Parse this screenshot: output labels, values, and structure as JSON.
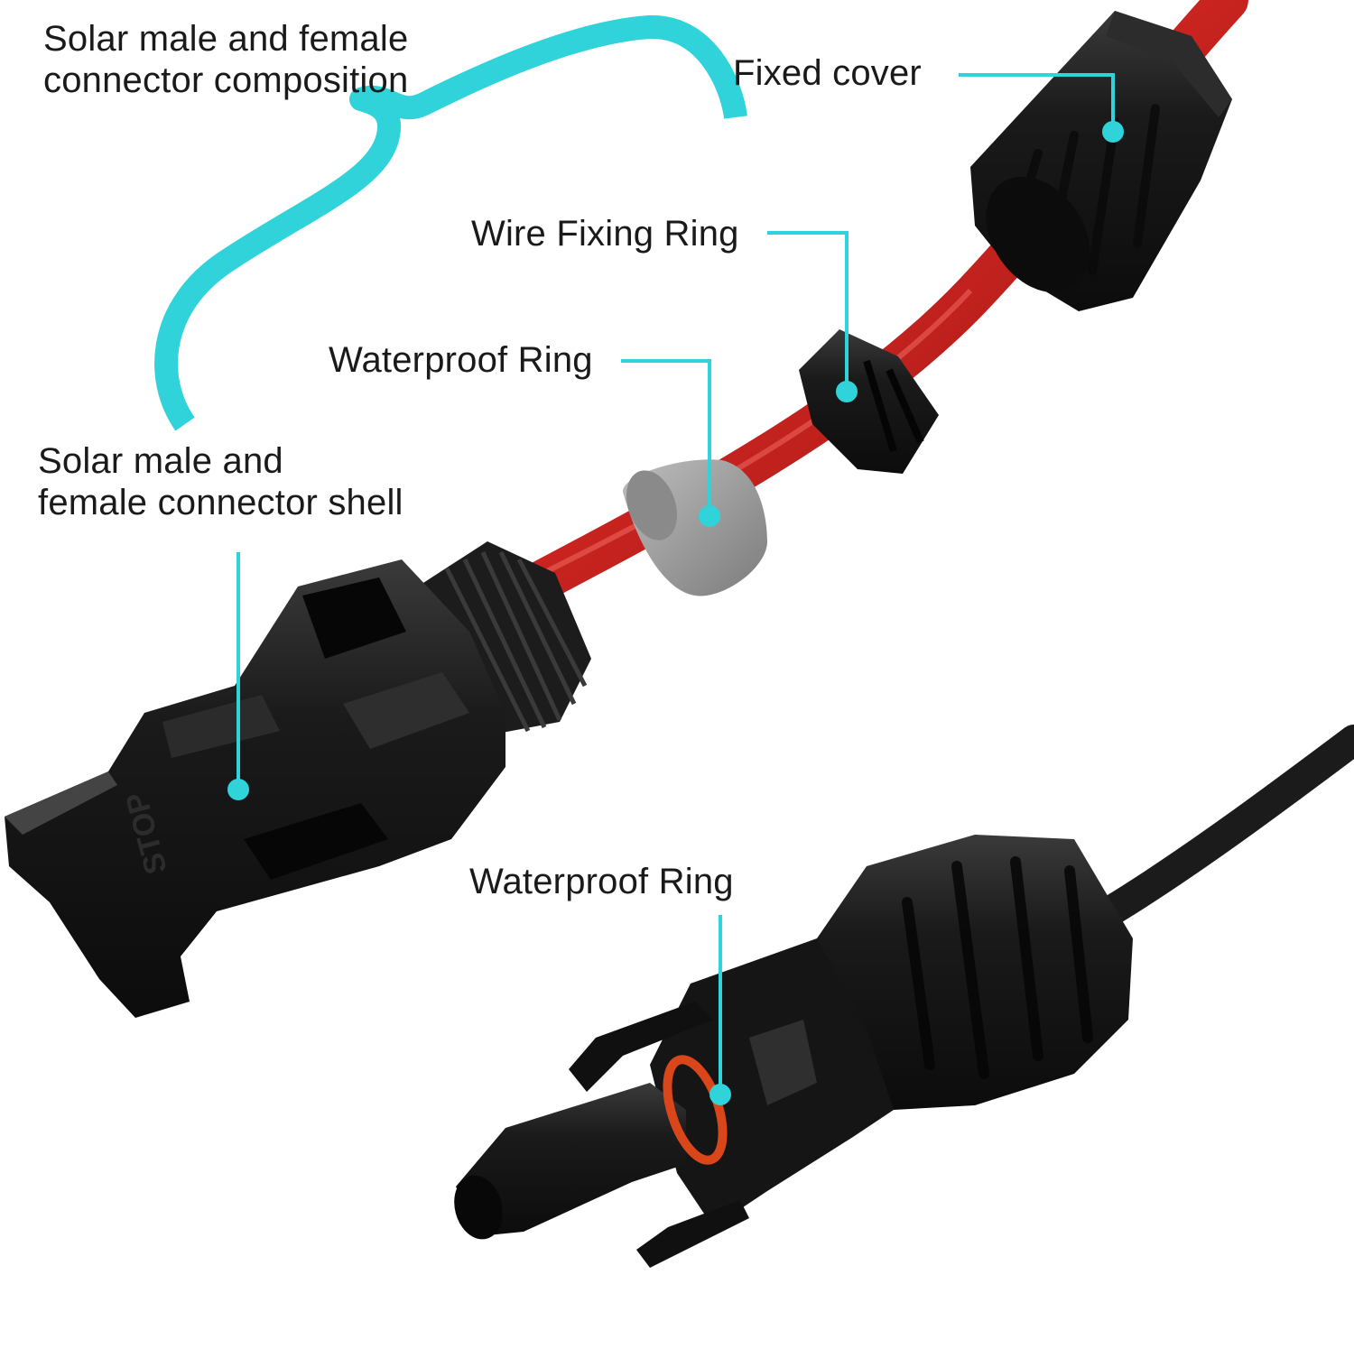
{
  "labels": {
    "composition_line1": "Solar male and female",
    "composition_line2": "connector composition",
    "fixed_cover": "Fixed cover",
    "wire_fixing_ring": "Wire Fixing Ring",
    "waterproof_ring_top": "Waterproof Ring",
    "shell_line1": "Solar male and",
    "shell_line2": "female connector shell",
    "waterproof_ring_bottom": "Waterproof Ring"
  },
  "part_markings": {
    "female_stop_mark": "STOP"
  },
  "colors": {
    "accent_cyan": "#2fd3d9",
    "cable_red": "#c8231f",
    "cable_black": "#1b1b1b",
    "housing_black": "#161616",
    "ring_gray": "#9a9a9a",
    "oring_orange": "#d9461a",
    "label_text": "#1a1a1a",
    "background": "#ffffff"
  },
  "icons": {
    "brace": "curly-brace-icon",
    "marker": "dot-marker-icon"
  }
}
